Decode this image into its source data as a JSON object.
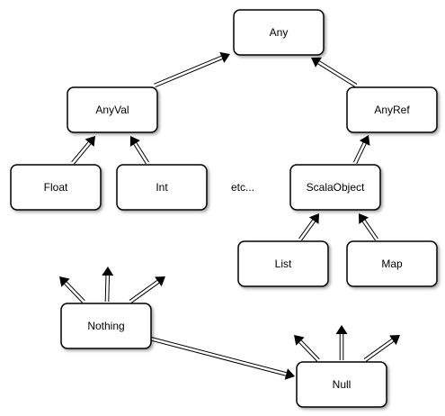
{
  "colors": {
    "node_fill": "#ffffff",
    "node_stroke": "#000000",
    "edge": "#000000",
    "background": "#ffffff"
  },
  "nodes": [
    {
      "id": "any",
      "label": "Any"
    },
    {
      "id": "anyval",
      "label": "AnyVal"
    },
    {
      "id": "anyref",
      "label": "AnyRef"
    },
    {
      "id": "float",
      "label": "Float"
    },
    {
      "id": "int",
      "label": "Int"
    },
    {
      "id": "scalaobject",
      "label": "ScalaObject"
    },
    {
      "id": "list",
      "label": "List"
    },
    {
      "id": "map",
      "label": "Map"
    },
    {
      "id": "nothing",
      "label": "Nothing"
    },
    {
      "id": "null",
      "label": "Null"
    }
  ],
  "annotations": {
    "etc": "etc..."
  },
  "edges": [
    {
      "from": "anyval",
      "to": "any"
    },
    {
      "from": "anyref",
      "to": "any"
    },
    {
      "from": "float",
      "to": "anyval"
    },
    {
      "from": "int",
      "to": "anyval"
    },
    {
      "from": "scalaobject",
      "to": "anyref"
    },
    {
      "from": "list",
      "to": "scalaobject"
    },
    {
      "from": "map",
      "to": "scalaobject"
    },
    {
      "from": "nothing",
      "to": "null"
    }
  ],
  "open_subtype_arrows": [
    {
      "node": "nothing",
      "count": 3
    },
    {
      "node": "null",
      "count": 3
    }
  ]
}
